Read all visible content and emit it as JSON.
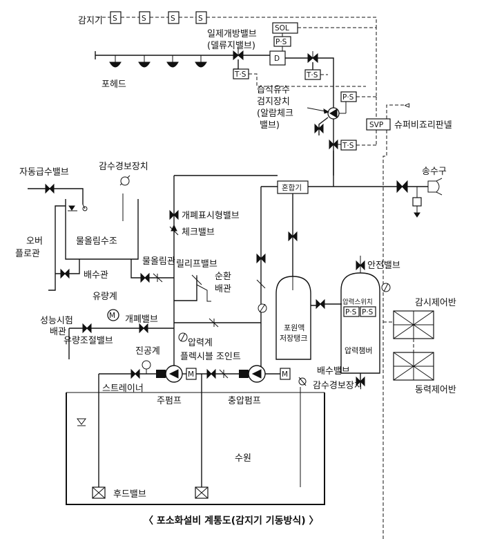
{
  "labels": {
    "detector": "감지기",
    "detector_letter": "S",
    "deluge_valve_1": "일제개방밸브",
    "deluge_valve_2": "(델류지밸브)",
    "sol": "SOL",
    "ps": "P·S",
    "ts": "T·S",
    "d_letter": "D",
    "foam_head": "포헤드",
    "alarm_valve_1": "습식유수",
    "alarm_valve_2": "검지장치",
    "alarm_valve_3": "(알람체크",
    "alarm_valve_4": "밸브)",
    "svp": "SVP",
    "supervisory_panel": "슈퍼비죠리판넬",
    "low_water_alarm_top": "감수경보장치",
    "auto_fill_valve": "자동급수밸브",
    "mixer": "혼합기",
    "fire_dept_connection": "송수구",
    "overflow_1": "오버",
    "overflow_2": "플로관",
    "priming_tank": "물올림수조",
    "open_close_indicator_valve": "개폐표시형밸브",
    "check_valve": "체크밸브",
    "drain_pipe": "배수관",
    "priming_pipe": "물올림관",
    "relief_valve": "릴리프밸브",
    "circulation_1": "순환",
    "circulation_2": "배관",
    "safety_valve": "안전밸브",
    "flow_meter": "유량계",
    "gate_valve": "개폐밸브",
    "perf_test_1": "성능시험",
    "perf_test_2": "배관",
    "flow_control_valve": "유량조절밸브",
    "foam_tank_1": "포원액",
    "foam_tank_2": "저장탱크",
    "pressure_switch": "압력스위치",
    "monitor_panel": "감시제어반",
    "vacuum_gauge": "진공계",
    "pressure_gauge": "압력계",
    "flexible_joint": "플렉시블 조인트",
    "pressure_chamber": "압력챔버",
    "drain_valve": "배수밸브",
    "low_water_alarm_bottom": "감수경보장치",
    "strainer": "스트레이너",
    "motor": "M",
    "main_pump": "주펌프",
    "jockey_pump": "충압펌프",
    "power_panel": "동력제어반",
    "water_source": "수원",
    "foot_valve": "후드밸브",
    "caption": "〈 포소화설비 계통도(감지기 기동방식) 〉"
  },
  "icons": {
    "detector": "smoke-detector-icon",
    "foam_head": "foam-head-icon",
    "valve": "gate-valve-icon",
    "check": "check-valve-icon",
    "gauge": "pressure-gauge-icon",
    "pump": "pump-icon",
    "motor": "motor-icon",
    "panel": "control-panel-icon",
    "foot_valve": "foot-valve-icon",
    "water_level": "water-level-icon"
  }
}
